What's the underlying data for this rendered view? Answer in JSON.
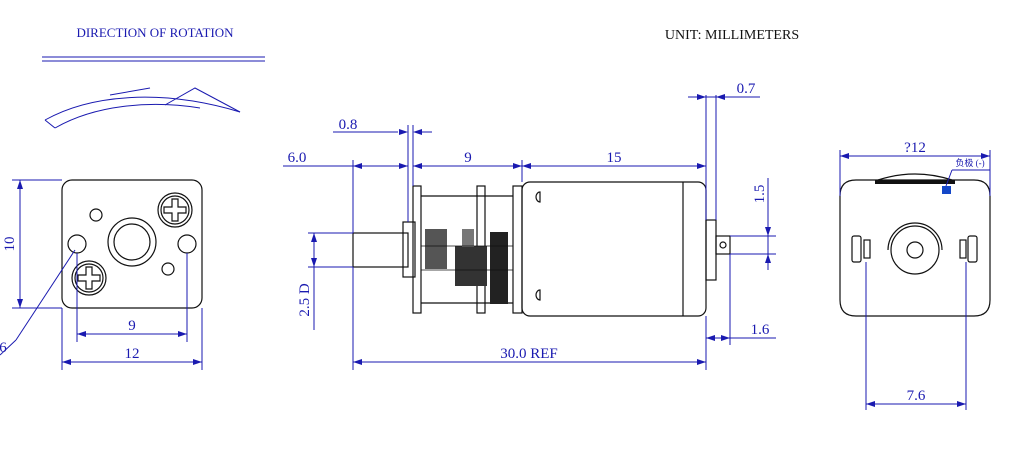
{
  "header": {
    "direction_label": "DIRECTION OF ROTATION",
    "unit_label": "UNIT: MILLIMETERS"
  },
  "front_view": {
    "dim_height": "10",
    "dim_hole_spacing": "9",
    "dim_width": "12",
    "dim_hole_dia_partial": "6"
  },
  "side_view": {
    "dim_gap": "0.8",
    "dim_shaft_length": "6.0",
    "dim_gearbox_length": "9",
    "dim_motor_length": "15",
    "dim_endcap": "0.7",
    "dim_terminal_height": "1.5",
    "dim_shaft_dia": "2.5 D",
    "dim_terminal_length": "1.6",
    "dim_total_length": "30.0 REF"
  },
  "end_view": {
    "dim_diameter": "?12",
    "dim_terminal_spacing": "7.6",
    "polarity_label": "负极 (-)"
  },
  "colors": {
    "dimension": "#1a1ab0",
    "outline": "#111111",
    "marker": "#1447c8"
  }
}
